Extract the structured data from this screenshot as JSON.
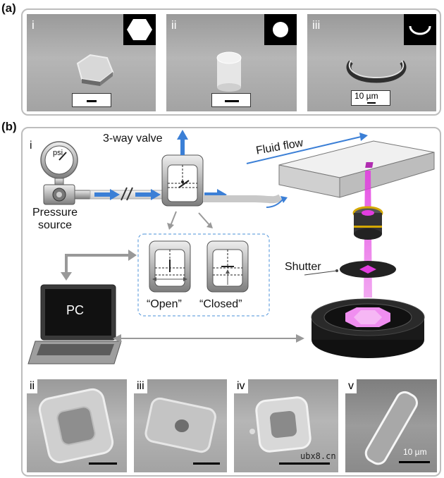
{
  "panel_a": {
    "label": "(a)",
    "images": [
      {
        "roman": "i",
        "shape": "hexagon"
      },
      {
        "roman": "ii",
        "shape": "circle"
      },
      {
        "roman": "iii",
        "shape": "c-ring",
        "scale_text": "10 µm"
      }
    ]
  },
  "panel_b": {
    "label": "(b)",
    "roman_main": "i",
    "pressure_gauge_text": "psi",
    "pressure_source_label": "Pressure\nsource",
    "valve_label": "3-way valve",
    "fluid_flow_label": "Fluid flow",
    "pc_label": "PC",
    "shutter_label": "Shutter",
    "open_label": "“Open”",
    "closed_label": "“Closed”",
    "bottom_images": [
      {
        "roman": "ii"
      },
      {
        "roman": "iii"
      },
      {
        "roman": "iv"
      },
      {
        "roman": "v",
        "scale_text": "10 µm"
      }
    ],
    "watermark": "ubx8.cn"
  },
  "colors": {
    "arrow_blue": "#3b7fd6",
    "magenta": "#e23de0",
    "panel_border": "#bdbdbd",
    "gray_arrow": "#9a9a9a"
  }
}
